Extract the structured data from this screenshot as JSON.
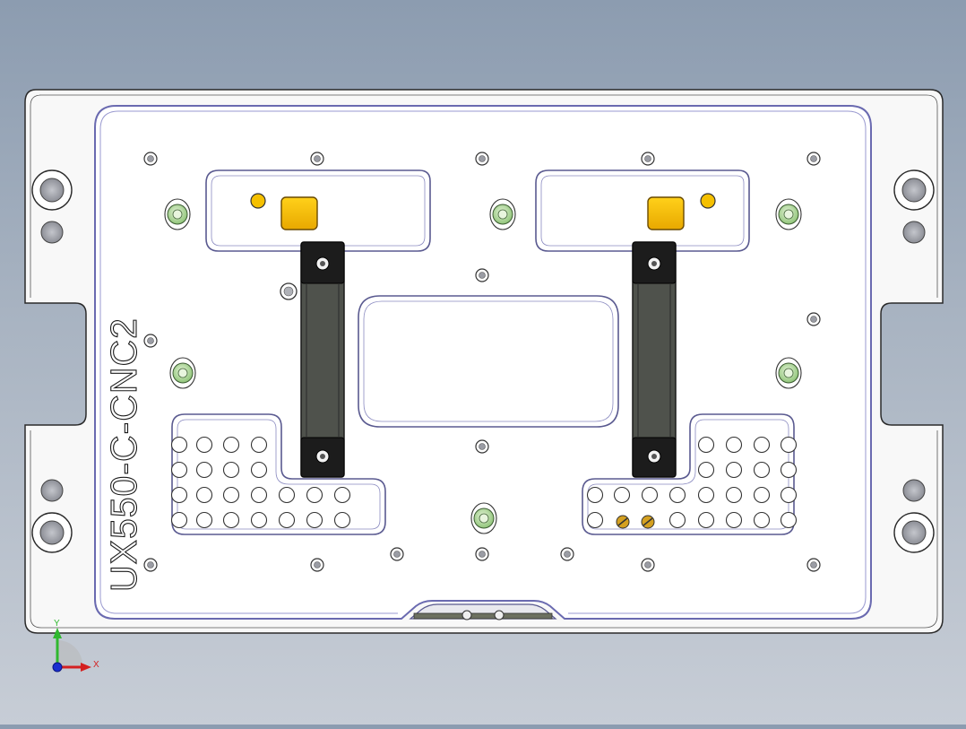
{
  "part_label": "UX550-C-CNC2",
  "triad": {
    "y_label": "Y",
    "x_label": "X",
    "y_color": "#2fb82f",
    "x_color": "#d42020",
    "origin_color": "#1a2fd0"
  },
  "colors": {
    "background_top": "#8c9cb0",
    "background_bottom": "#c7cdd6",
    "plate_fill": "#f7f7f7",
    "plate_edge": "#2a2a2a",
    "pocket_edge": "#6a6ab0",
    "clamp_dark": "#4f524c",
    "clamp_black": "#1c1c1c",
    "pad_yellow": "#f5c000",
    "locator_green": "#b8dca0"
  },
  "icons": {
    "mounting_hole": "ring-hole",
    "locator_pin": "green-locator",
    "screw": "gold-slotted-screw"
  }
}
